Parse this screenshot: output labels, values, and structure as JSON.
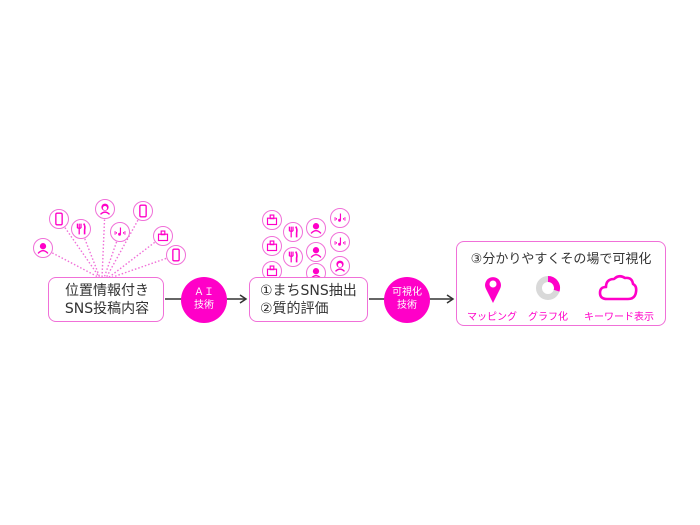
{
  "colors": {
    "accent": "#ff00c8",
    "border": "#f070d8",
    "arrow": "#333333",
    "text": "#333333",
    "donut_gray": "#d9d9d9"
  },
  "step1": {
    "line1": "位置情報付き",
    "line2": "SNS投稿内容",
    "icons": [
      "person-icon",
      "smartphone-icon",
      "fork-knife-icon",
      "woman-icon",
      "music-icon",
      "smartphone-icon",
      "building-icon",
      "smartphone-icon"
    ]
  },
  "connector1": {
    "line1": "ＡＩ",
    "line2": "技術"
  },
  "step2": {
    "line1": "①まちSNS抽出",
    "line2": "②質的評価",
    "icons": [
      "building-icon",
      "fork-knife-icon",
      "person-icon",
      "music-icon"
    ]
  },
  "connector2": {
    "line1": "可視化",
    "line2": "技術"
  },
  "step3": {
    "title": "③分かりやすくその場で可視化",
    "items": [
      {
        "icon": "map-pin-icon",
        "label": "マッピング"
      },
      {
        "icon": "donut-chart-icon",
        "label": "グラフ化"
      },
      {
        "icon": "cloud-icon",
        "label": "キーワード表示"
      }
    ]
  }
}
